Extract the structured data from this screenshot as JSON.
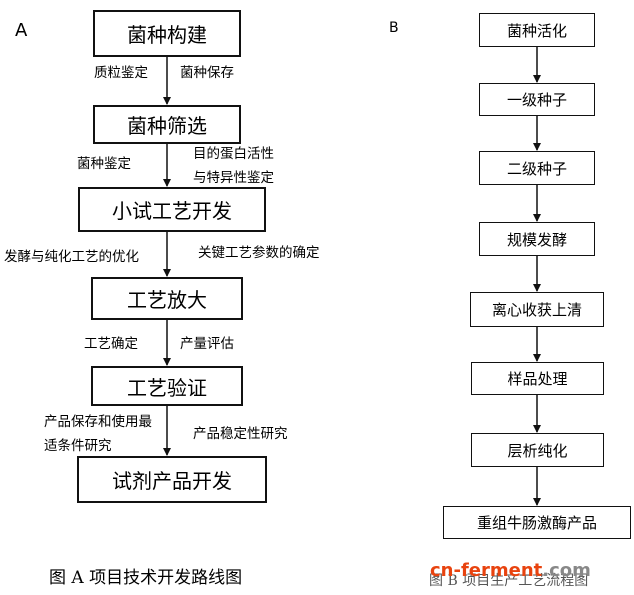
{
  "panelA": {
    "label": "A",
    "boxes": [
      "菌种构建",
      "菌种筛选",
      "小试工艺开发",
      "工艺放大",
      "工艺验证",
      "试剂产品开发"
    ],
    "edges": [
      {
        "left": [
          "质粒鉴定"
        ],
        "right": [
          "菌种保存"
        ]
      },
      {
        "left": [
          "菌种鉴定"
        ],
        "right": [
          "目的蛋白活性",
          "与特异性鉴定"
        ]
      },
      {
        "left": [
          "发酵与纯化工艺的优化"
        ],
        "right": [
          "关键工艺参数的确定"
        ]
      },
      {
        "left": [
          "工艺确定"
        ],
        "right": [
          "产量评估"
        ]
      },
      {
        "left": [
          "产品保存和使用最",
          "适条件研究"
        ],
        "right": [
          "产品稳定性研究"
        ]
      }
    ],
    "caption": "图 A 项目技术开发路线图"
  },
  "panelB": {
    "label": "B",
    "boxes": [
      "菌种活化",
      "一级种子",
      "二级种子",
      "规模发酵",
      "离心收获上清",
      "样品处理",
      "层析纯化",
      "重组牛肠激酶产品"
    ],
    "caption": "图 B 项目生产工艺流程图"
  },
  "watermark": {
    "part1": "cn-ferment",
    "part2": ".com"
  }
}
